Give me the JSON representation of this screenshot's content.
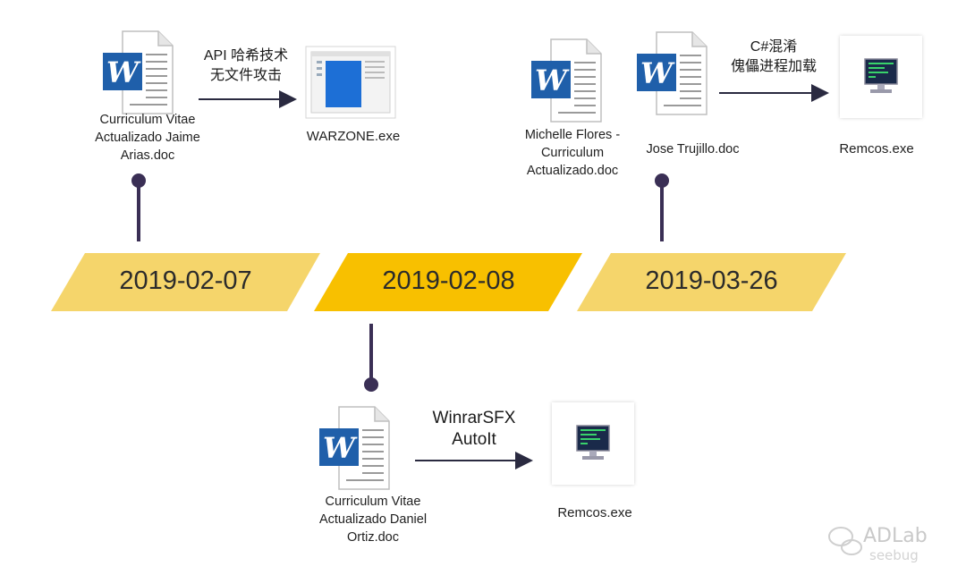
{
  "timeline": {
    "dates": [
      "2019-02-07",
      "2019-02-08",
      "2019-03-26"
    ],
    "colors": {
      "light": "#f5d56b",
      "dark": "#f8c000",
      "stem": "#3a2f55"
    }
  },
  "events": {
    "e1": {
      "doc": [
        "Curriculum Vitae",
        "Actualizado Jaime",
        "Arias.doc"
      ],
      "arrow_label": [
        "API 哈希技术",
        "无文件攻击"
      ],
      "exe": "WARZONE.exe"
    },
    "e2": {
      "doc": [
        "Curriculum Vitae",
        "Actualizado Daniel",
        "Ortiz.doc"
      ],
      "arrow_label": [
        "WinrarSFX",
        "AutoIt"
      ],
      "exe": "Remcos.exe"
    },
    "e3": {
      "doc_a": [
        "Michelle Flores -",
        "Curriculum",
        "Actualizado.doc"
      ],
      "doc_b": "Jose Trujillo.doc",
      "arrow_label": [
        "C#混淆",
        "傀儡进程加载"
      ],
      "exe": "Remcos.exe"
    }
  },
  "watermark": {
    "brand": "ADLab",
    "sub": "seebug"
  },
  "icons": {
    "doc": "word-document-icon",
    "exe_window": "app-window-icon",
    "exe_terminal": "terminal-monitor-icon"
  }
}
